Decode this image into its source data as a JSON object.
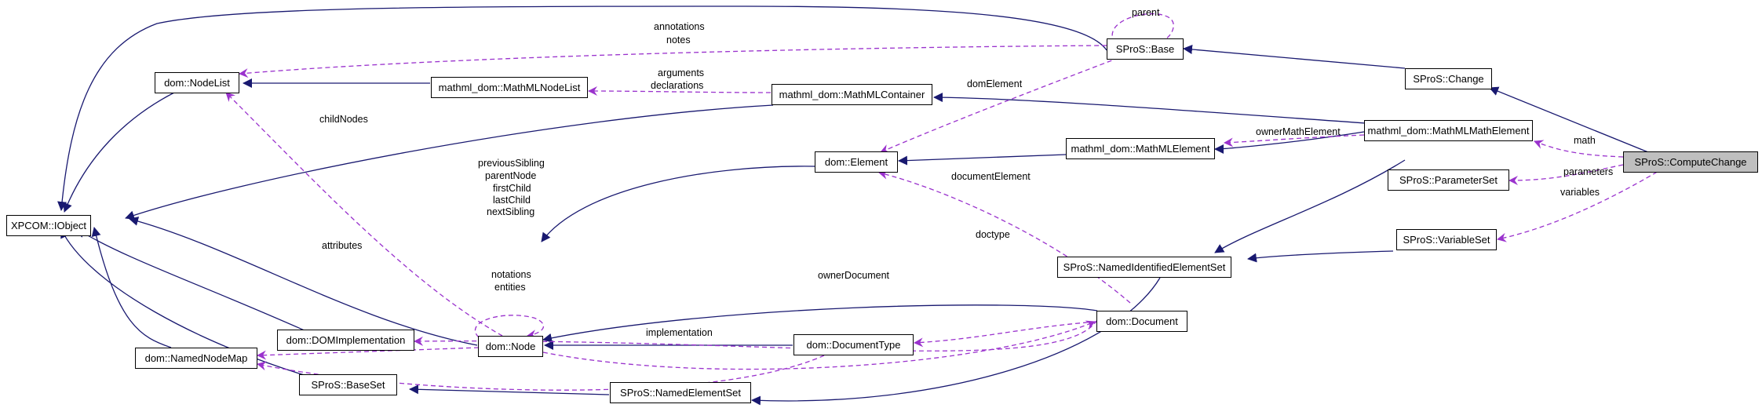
{
  "nodes": {
    "xpcom_iobject": "XPCOM::IObject",
    "dom_nodelist": "dom::NodeList",
    "dom_namednodemap": "dom::NamedNodeMap",
    "dom_domimplementation": "dom::DOMImplementation",
    "spros_baseset": "SProS::BaseSet",
    "spros_namedelementset": "SProS::NamedElementSet",
    "mathml_nodelist": "mathml_dom::MathMLNodeList",
    "mathml_container": "mathml_dom::MathMLContainer",
    "dom_element": "dom::Element",
    "dom_node": "dom::Node",
    "dom_documenttype": "dom::DocumentType",
    "dom_document": "dom::Document",
    "mathml_element": "mathml_dom::MathMLElement",
    "spros_base": "SProS::Base",
    "spros_change": "SProS::Change",
    "mathml_mathelement": "mathml_dom::MathMLMathElement",
    "spros_parameterset": "SProS::ParameterSet",
    "spros_variableset": "SProS::VariableSet",
    "spros_namedidentifiedelementset": "SProS::NamedIdentifiedElementSet",
    "spros_computechange": "SProS::ComputeChange"
  },
  "edge_labels": {
    "parent": "parent",
    "annotations": "annotations",
    "notes": "notes",
    "arguments": "arguments",
    "declarations": "declarations",
    "domElement": "domElement",
    "childNodes": "childNodes",
    "previousSibling": "previousSibling",
    "parentNode": "parentNode",
    "firstChild": "firstChild",
    "lastChild": "lastChild",
    "nextSibling": "nextSibling",
    "ownerMathElement": "ownerMathElement",
    "math": "math",
    "documentElement": "documentElement",
    "parameters": "parameters",
    "variables": "variables",
    "attributes": "attributes",
    "doctype": "doctype",
    "notations": "notations",
    "entities": "entities",
    "ownerDocument": "ownerDocument",
    "implementation": "implementation"
  },
  "colors": {
    "inheritance": "#191970",
    "usage": "#9a32cd",
    "active_node_fill": "#bfbfbf"
  }
}
